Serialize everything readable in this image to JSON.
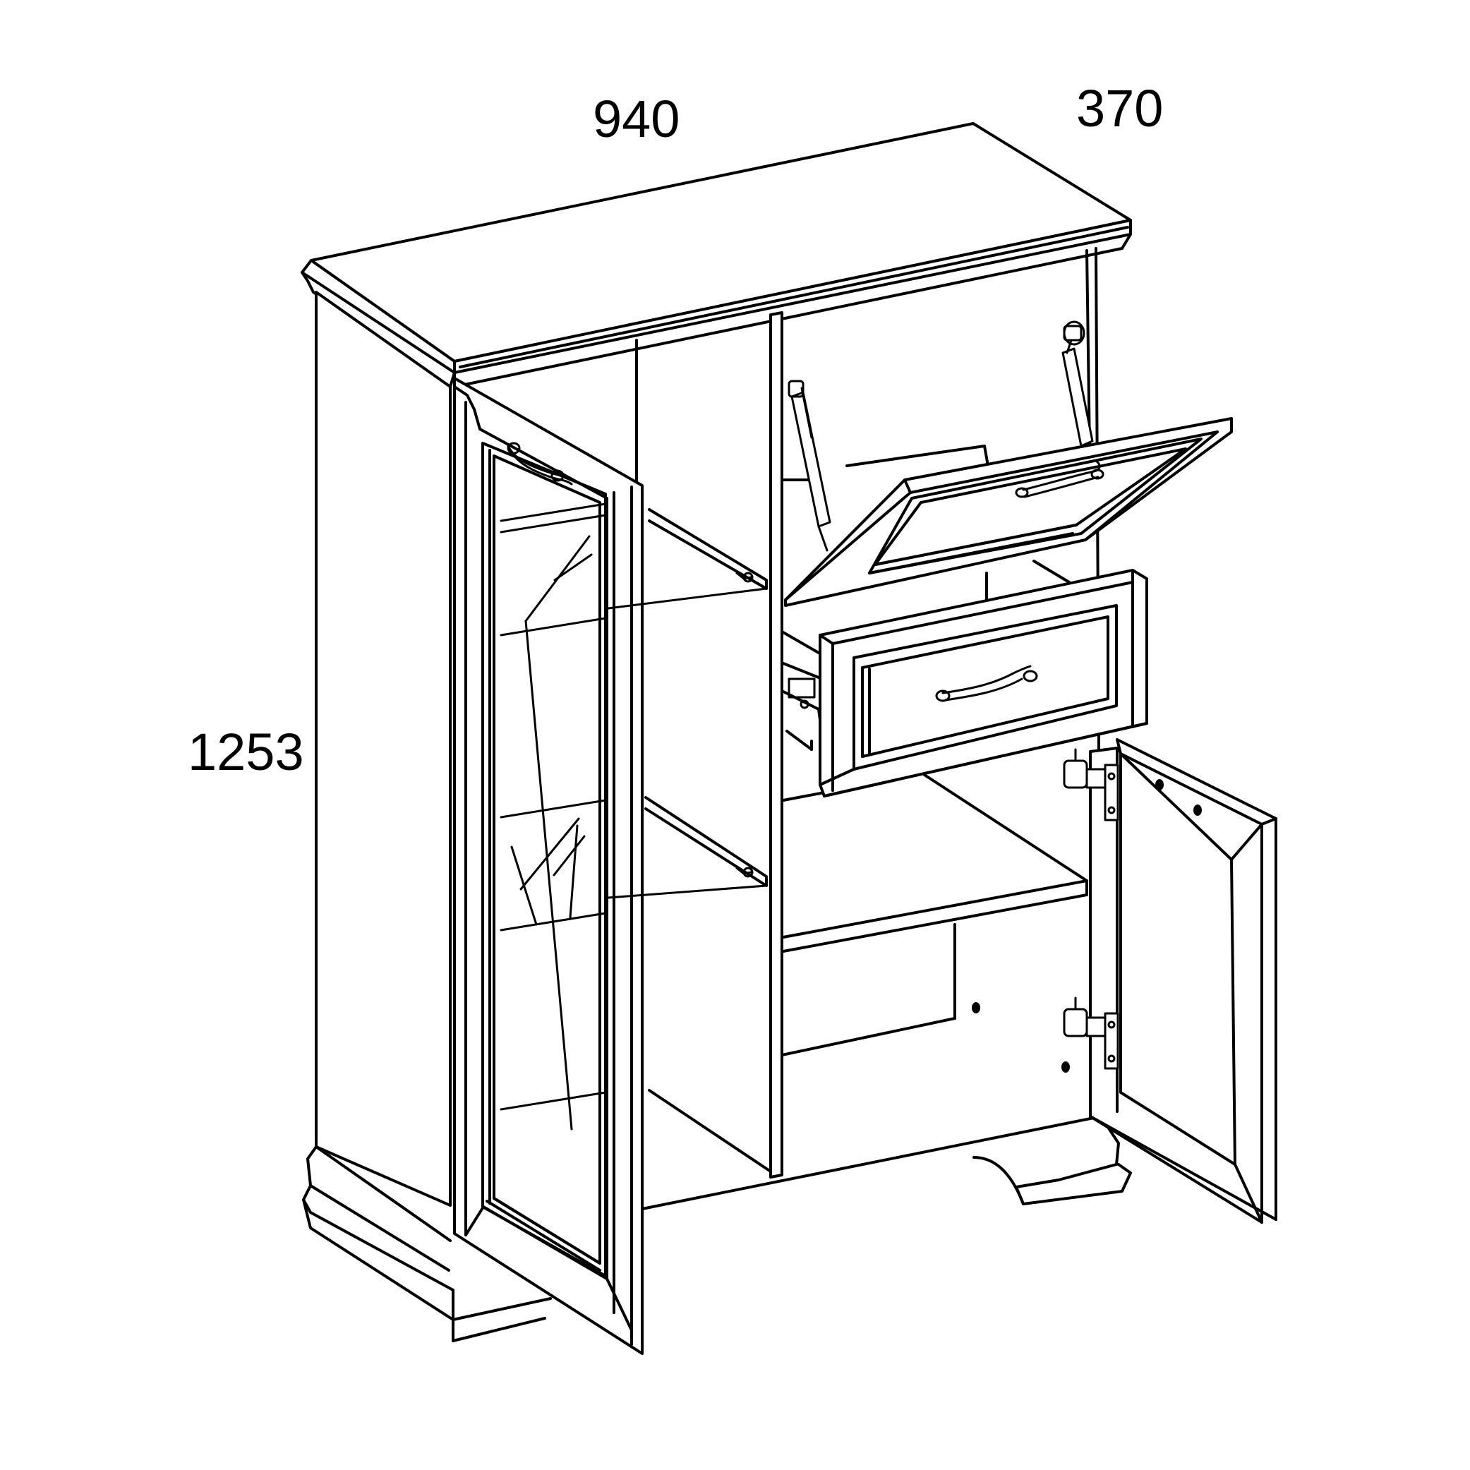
{
  "dimensions": {
    "width": "940",
    "depth": "370",
    "height": "1253"
  },
  "colors": {
    "line": "#000000",
    "background": "#ffffff"
  },
  "icons": {
    "door_handle": "handle-icon",
    "hinge": "hinge-icon",
    "gas_strut": "gas-strut-icon"
  }
}
